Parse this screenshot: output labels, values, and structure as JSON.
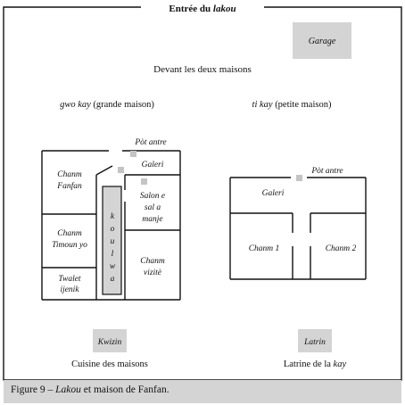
{
  "title": {
    "prefix": "Entrée du ",
    "name": "lakou"
  },
  "garage": "Garage",
  "front_label": "Devant les deux maisons",
  "big_house": {
    "heading_name": "gwo kay",
    "heading_rest": " (grande maison)",
    "pot_antre": "Pòt antre",
    "galeri": "Galeri",
    "chanm_fanfan": [
      "Chanm",
      "Fanfan"
    ],
    "chanm_timoun": [
      "Chanm",
      "Timoun yo"
    ],
    "twalet": [
      "Twalet",
      "ijenik"
    ],
    "salon": [
      "Salon e",
      "sal a",
      "manje"
    ],
    "chanm_vizite": [
      "Chanm",
      "vizitè"
    ],
    "koulwa": [
      "k",
      "o",
      "u",
      "l",
      "w",
      "a"
    ]
  },
  "small_house": {
    "heading_name": "ti kay",
    "heading_rest": " (petite maison)",
    "pot_antre": "Pòt antre",
    "galeri": "Galeri",
    "chanm1": "Chanm 1",
    "chanm2": "Chanm 2"
  },
  "kwizin": {
    "box": "Kwizin",
    "label": "Cuisine des maisons"
  },
  "latrin": {
    "box": "Latrin",
    "label_prefix": "Latrine de la ",
    "label_name": "kay"
  },
  "caption": {
    "prefix": "Figure 9 – ",
    "name": "Lakou",
    "rest": " et maison de Fanfan."
  },
  "colors": {
    "line": "#111111",
    "box_fill": "#d4d4d4",
    "caption_fill": "#d4d4d4"
  }
}
